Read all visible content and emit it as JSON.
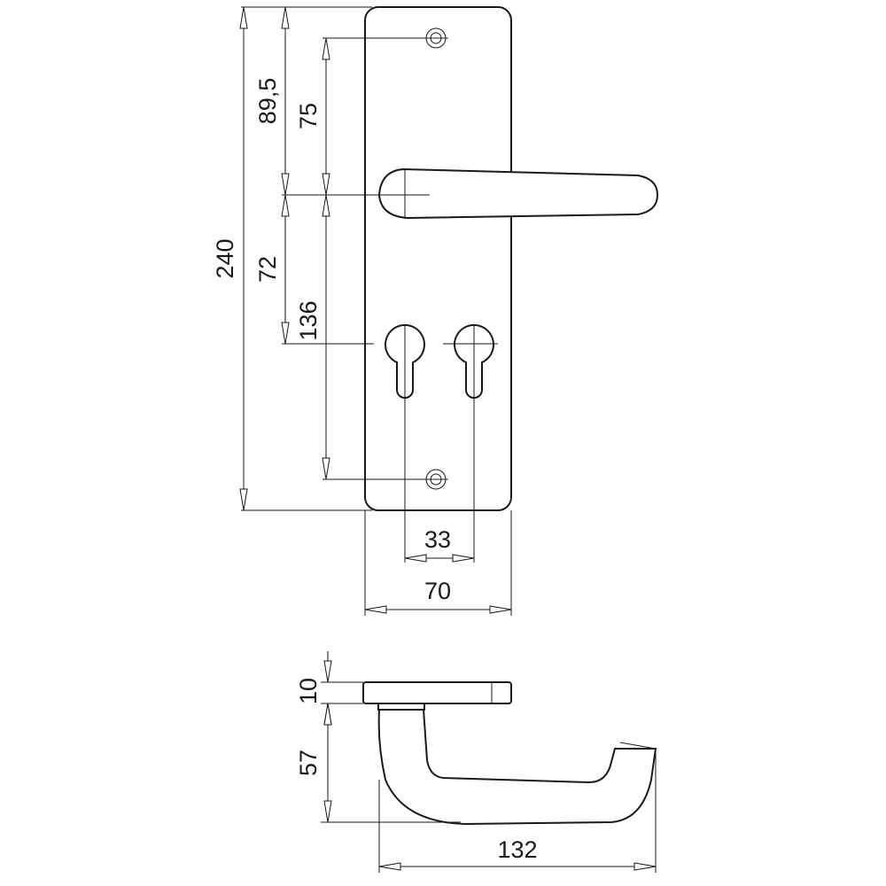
{
  "front_view": {
    "dimensions": {
      "overall_height": "240",
      "screw_to_lever": "89,5",
      "top_hole_to_lever": "75",
      "lever_to_keyhole": "72",
      "lever_to_bottom_hole": "136",
      "keyhole_spacing": "33",
      "plate_width": "70"
    }
  },
  "side_view": {
    "dimensions": {
      "plate_thickness": "10",
      "lever_projection": "57",
      "lever_length": "132"
    }
  }
}
